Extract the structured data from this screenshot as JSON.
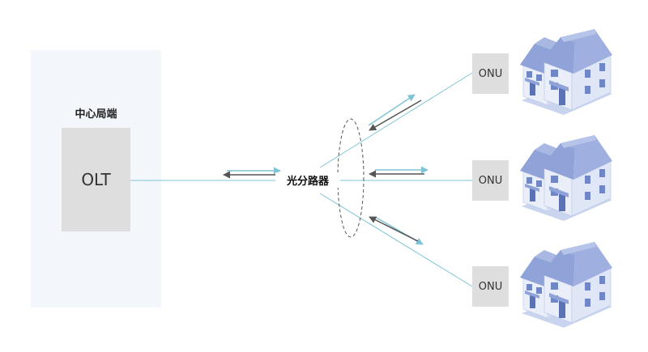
{
  "central_office": {
    "label": "中心局端"
  },
  "olt": {
    "label": "OLT"
  },
  "splitter": {
    "label": "光分路器"
  },
  "onus": [
    {
      "label": "ONU"
    },
    {
      "label": "ONU"
    },
    {
      "label": "ONU"
    }
  ],
  "colors": {
    "line": "#7fc4d6",
    "arrow_up": "#7fc4d6",
    "arrow_down": "#555555",
    "box_gray": "#dedede",
    "panel_bg": "#f3f7fb",
    "house_roof": "#8fa3d9",
    "house_wall": "#e9eef9"
  }
}
